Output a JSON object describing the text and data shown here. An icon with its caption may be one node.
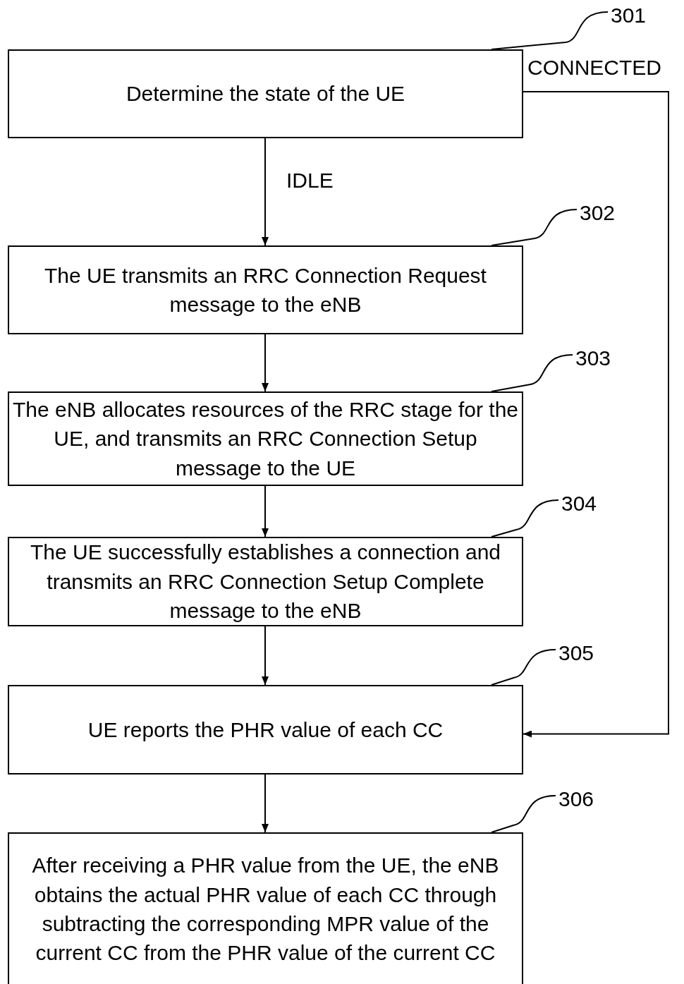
{
  "diagram": {
    "nodes": [
      {
        "text": [
          "301"
        ]
      },
      {
        "text": [
          "Determine the state of the UE"
        ]
      },
      {
        "text": [
          "302"
        ]
      },
      {
        "text": [
          "The UE transmits an RRC Connection Request message to the eNB"
        ]
      },
      {
        "text": [
          "303"
        ]
      },
      {
        "text": [
          "The eNB allocates resources of the RRC stage for the UE, and transmits an RRC Connection Setup message to the UE"
        ]
      },
      {
        "text": [
          "304"
        ]
      },
      {
        "text": [
          "The UE successfully establishes a connection and transmits an RRC Connection Setup Complete message to the eNB"
        ]
      },
      {
        "text": [
          "305"
        ]
      },
      {
        "text": [
          "UE reports the PHR value of each CC"
        ]
      },
      {
        "text": [
          "306"
        ]
      },
      {
        "text": [
          "After receiving a PHR value from the UE, the eNB obtains the actual PHR value of each CC through subtracting the corresponding MPR value of the current CC from the PHR value of the current CC"
        ]
      }
    ],
    "edges": [
      {
        "from": 0,
        "to": 1,
        "arrow": "none"
      },
      {
        "from": 2,
        "to": 3,
        "arrow": "none"
      },
      {
        "from": 4,
        "to": 5,
        "arrow": "none"
      },
      {
        "from": 6,
        "to": 7,
        "arrow": "none"
      },
      {
        "from": 8,
        "to": 9,
        "arrow": "none"
      },
      {
        "from": 10,
        "to": 11,
        "arrow": "none"
      },
      {
        "from": 1,
        "to": 3,
        "arrow": "to",
        "label": "IDLE"
      },
      {
        "from": 3,
        "to": 5,
        "arrow": "to"
      },
      {
        "from": 5,
        "to": 7,
        "arrow": "to"
      },
      {
        "from": 7,
        "to": 9,
        "arrow": "to"
      },
      {
        "from": 9,
        "to": 11,
        "arrow": "to"
      },
      {
        "from": 1,
        "to": 9,
        "arrow": "to",
        "label": "CONNECTED"
      }
    ]
  }
}
